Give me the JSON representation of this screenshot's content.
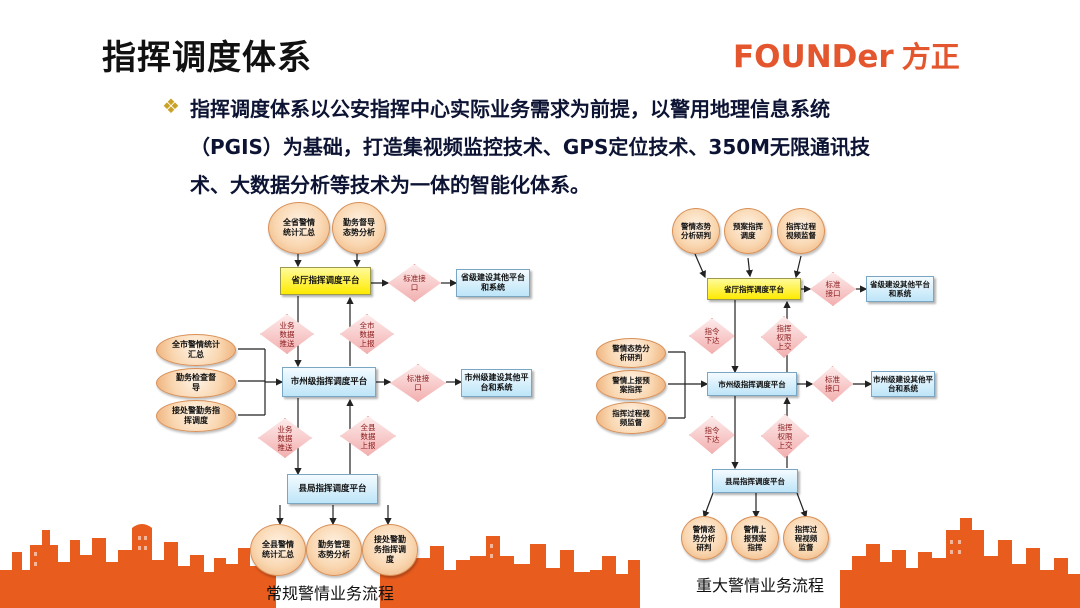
{
  "slide": {
    "title": "指挥调度体系",
    "logo_en": "FOUNDer",
    "logo_zh": "方正",
    "intro": "指挥调度体系以公安指挥中心实际业务需求为前提，以警用地理信息系统（PGIS）为基础，打造集视频监控技术、GPS定位技术、350M无限通讯技术、大数据分析等技术为一体的智能化体系。",
    "bullet_icon": "diamond-bullet-icon",
    "colors": {
      "logo": "#e4572e",
      "skyline": "#e85c1e",
      "platform_yellow": "#ffea00",
      "platform_blue": "#bde5f8",
      "oval": "#f9d7b1"
    }
  },
  "left": {
    "top_ovals": [
      "全省警情统计汇总",
      "勤务督导态势分析"
    ],
    "province": "省厅指挥调度平台",
    "std_interface_1": "标准接口",
    "ext_1": "省级建设其他平台和系统",
    "down_1": "业务数据推送",
    "up_1": "全市数据上报",
    "side_ovals": [
      "全市警情统计汇总",
      "勤务检查督导",
      "接处警勤务指挥调度"
    ],
    "city": "市州级指挥调度平台",
    "std_interface_2": "标准接口",
    "ext_2": "市州级建设其他平台和系统",
    "down_2": "业务数据推送",
    "up_2": "全县数据上报",
    "county": "县局指挥调度平台",
    "bottom_ovals": [
      "全县警情统计汇总",
      "勤务管理态势分析",
      "接处警勤务指挥调度"
    ],
    "caption": "常规警情业务流程"
  },
  "right": {
    "top_ovals": [
      "警情态势分析研判",
      "预案指挥调度",
      "指挥过程视频监督"
    ],
    "province": "省厅指挥调度平台",
    "std_interface_1": "标准接口",
    "ext_1": "省级建设其他平台和系统",
    "down_1": "指令下达",
    "up_1": "指挥权限上交",
    "side_ovals": [
      "警情态势分析研判",
      "警情上报预案指挥",
      "指挥过程视频监督"
    ],
    "city": "市州级指挥调度平台",
    "std_interface_2": "标准接口",
    "ext_2": "市州级建设其他平台和系统",
    "down_2": "指令下达",
    "up_2": "指挥权限上交",
    "county": "县局指挥调度平台",
    "bottom_ovals": [
      "警情态势分析研判",
      "警情上报预案指挥",
      "指挥过程视频监督"
    ],
    "caption": "重大警情业务流程"
  }
}
